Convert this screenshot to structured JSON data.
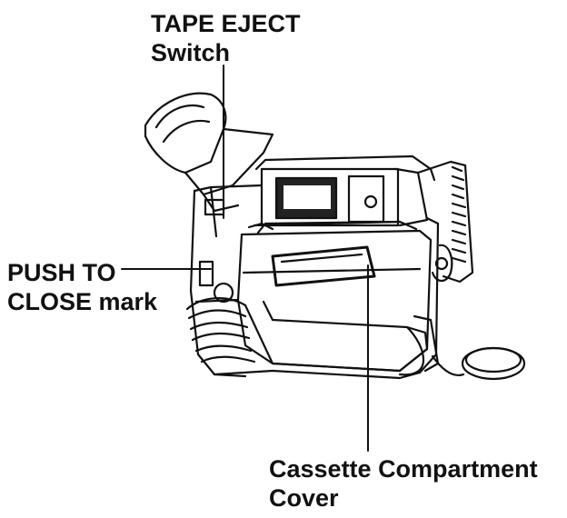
{
  "labels": {
    "tape_eject": {
      "line1": "TAPE EJECT",
      "line2": "Switch"
    },
    "push_to_close": {
      "line1": "PUSH TO",
      "line2": "CLOSE mark"
    },
    "cassette_cover": {
      "line1": "Cassette Compartment",
      "line2": "Cover"
    }
  },
  "colors": {
    "ink": "#111111",
    "paper": "#ffffff"
  }
}
